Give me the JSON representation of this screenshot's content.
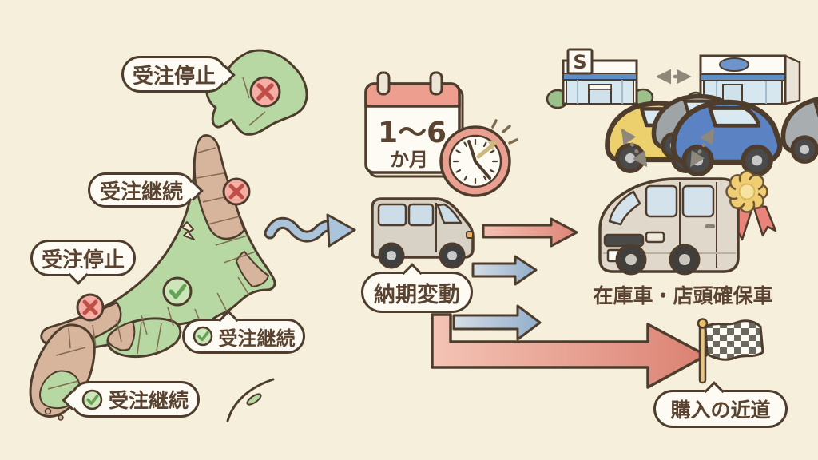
{
  "colors": {
    "background": "#f6efdc",
    "outline": "#4e3c2c",
    "text": "#5a4331",
    "map_green": "#b7d8a2",
    "map_tan": "#d7b49c",
    "stop_fill": "#f4aea4",
    "stop_mark": "#bf4f47",
    "ok_fill": "#cde6b9",
    "ok_mark": "#66a255",
    "salmon": "#ee9e8e",
    "arrow_red": "#dd8577",
    "arrow_blue": "#9db6cc"
  },
  "map": {
    "bubbles": [
      {
        "region": "hokkaido",
        "label": "受注停止",
        "status": "stop"
      },
      {
        "region": "tohoku",
        "label": "受注継続",
        "status": "continue"
      },
      {
        "region": "chugoku",
        "label": "受注停止",
        "status": "stop"
      },
      {
        "region": "central",
        "label": "受注継続",
        "status": "continue"
      },
      {
        "region": "kyushu",
        "label": "受注継続",
        "status": "continue"
      }
    ]
  },
  "calendar": {
    "range": "1〜6",
    "unit": "か月"
  },
  "labels": {
    "delivery": "納期変動",
    "stock": "在庫車・店頭確保車",
    "goal": "購入の近道"
  },
  "icons": {
    "stop_marker": "x-circle",
    "continue_marker": "check-circle",
    "calendar": "calendar",
    "clock": "clock",
    "wavy_arrow": "wavy-arrow",
    "transfer_arrows": "dotted-double-arrows",
    "medal": "gold-rosette",
    "flag": "checkered-flag"
  }
}
